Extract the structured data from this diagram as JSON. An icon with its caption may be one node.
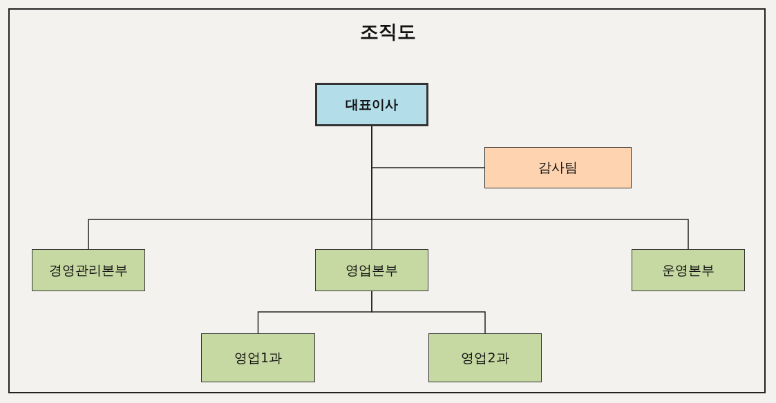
{
  "diagram": {
    "title": "조직도",
    "nodes": [
      {
        "text": [
          "대표이사"
        ]
      },
      {
        "text": [
          "감사팀"
        ]
      },
      {
        "text": [
          "경영관리본부"
        ]
      },
      {
        "text": [
          "영업본부"
        ]
      },
      {
        "text": [
          "운영본부"
        ]
      },
      {
        "text": [
          "영업1과"
        ]
      },
      {
        "text": [
          "영업2과"
        ]
      }
    ],
    "edges": [
      {
        "from": 0,
        "to": 1,
        "arrow": "none"
      },
      {
        "from": 0,
        "to": 2,
        "arrow": "none"
      },
      {
        "from": 0,
        "to": 3,
        "arrow": "none"
      },
      {
        "from": 0,
        "to": 4,
        "arrow": "none"
      },
      {
        "from": 3,
        "to": 5,
        "arrow": "none"
      },
      {
        "from": 3,
        "to": 6,
        "arrow": "none"
      }
    ]
  }
}
